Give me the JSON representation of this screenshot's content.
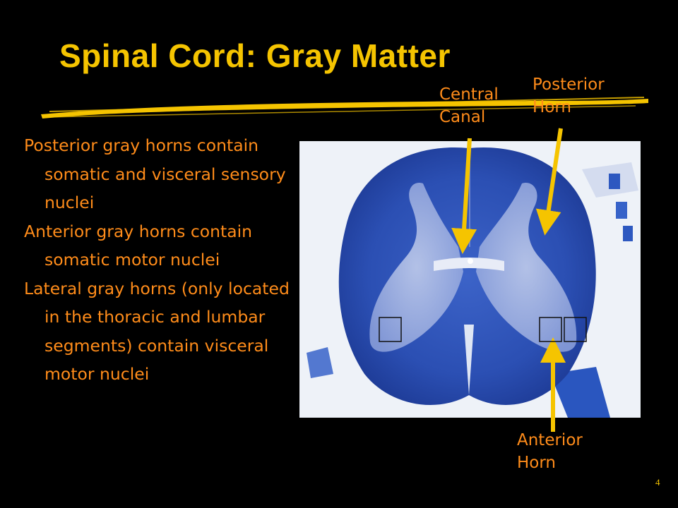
{
  "slide": {
    "title": "Spinal Cord: Gray Matter",
    "page_number": "4",
    "bullets": [
      "Posterior gray horns contain somatic and visceral sensory nuclei",
      "Anterior gray horns contain somatic motor nuclei",
      "Lateral gray horns (only located in the thoracic and lumbar segments) contain visceral motor nuclei"
    ],
    "labels": {
      "central_canal": [
        "Central",
        "Canal"
      ],
      "posterior_horn": [
        "Posterior",
        "Horn"
      ],
      "anterior_horn": [
        "Anterior",
        "Horn"
      ]
    }
  },
  "colors": {
    "background": "#000000",
    "title": "#f5c400",
    "body_text": "#ff8c1a",
    "arrow": "#f5c400",
    "tissue_stain": "#2a4fb5"
  }
}
